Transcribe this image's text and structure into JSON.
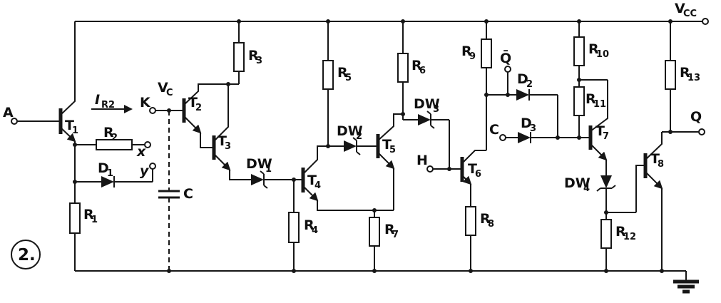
{
  "figure": {
    "number": "2."
  },
  "supply": {
    "vcc": {
      "main": "V",
      "sub": "CC"
    }
  },
  "terminals": {
    "a": "A",
    "k": "K",
    "x": "x",
    "y": "y",
    "h": "H",
    "c_set": "C",
    "q_bar": "Q̄",
    "q": "Q"
  },
  "nodes": {
    "vc": {
      "main": "V",
      "sub": "C"
    },
    "ir2": {
      "main": "I",
      "sub": "R2"
    }
  },
  "capacitor": {
    "label": "C"
  },
  "transistors": [
    {
      "main": "T",
      "sub": "1"
    },
    {
      "main": "T",
      "sub": "2"
    },
    {
      "main": "T",
      "sub": "3"
    },
    {
      "main": "T",
      "sub": "4"
    },
    {
      "main": "T",
      "sub": "5"
    },
    {
      "main": "T",
      "sub": "6"
    },
    {
      "main": "T",
      "sub": "7"
    },
    {
      "main": "T",
      "sub": "8"
    }
  ],
  "resistors": [
    {
      "main": "R",
      "sub": "1"
    },
    {
      "main": "R",
      "sub": "2"
    },
    {
      "main": "R",
      "sub": "3"
    },
    {
      "main": "R",
      "sub": "4"
    },
    {
      "main": "R",
      "sub": "5"
    },
    {
      "main": "R",
      "sub": "6"
    },
    {
      "main": "R",
      "sub": "7"
    },
    {
      "main": "R",
      "sub": "8"
    },
    {
      "main": "R",
      "sub": "9"
    },
    {
      "main": "R",
      "sub": "10"
    },
    {
      "main": "R",
      "sub": "11"
    },
    {
      "main": "R",
      "sub": "12"
    },
    {
      "main": "R",
      "sub": "13"
    }
  ],
  "diodes": [
    {
      "main": "D",
      "sub": "1"
    },
    {
      "main": "D",
      "sub": "2"
    },
    {
      "main": "D",
      "sub": "3"
    }
  ],
  "zeners": [
    {
      "main": "DW",
      "sub": "1"
    },
    {
      "main": "DW",
      "sub": "2"
    },
    {
      "main": "DW",
      "sub": "3"
    },
    {
      "main": "DW",
      "sub": "4"
    }
  ]
}
